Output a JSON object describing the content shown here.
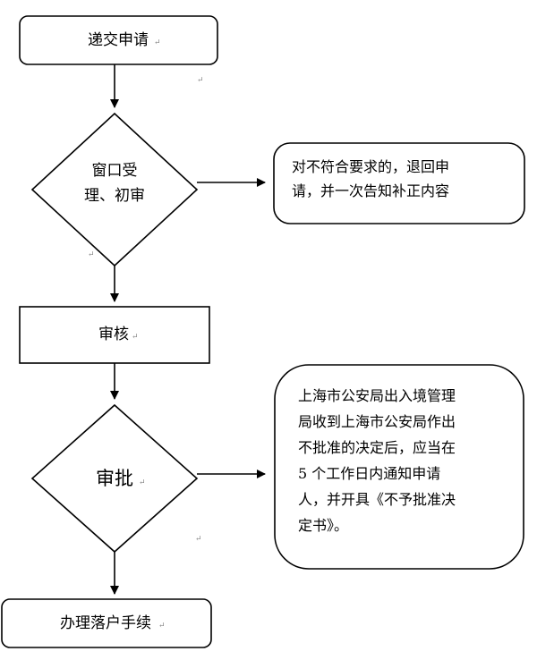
{
  "steps": {
    "submit": "递交申请",
    "window": {
      "line1": "窗口受",
      "line2": "理、初审"
    },
    "review": "审核",
    "approve": "审批",
    "settle": "办理落户手续"
  },
  "notes": {
    "reject_return": {
      "line1": "对不符合要求的，退回申",
      "line2": "请，并一次告知补正内容"
    },
    "not_approved": {
      "lines": [
        "上海市公安局出入境管理",
        "局收到上海市公安局作出",
        "不批准的决定后，应当在",
        "5 个工作日内通知申请",
        "人，并开具《不予批准决",
        "定书》。"
      ]
    }
  },
  "paragraph_mark": "↵"
}
